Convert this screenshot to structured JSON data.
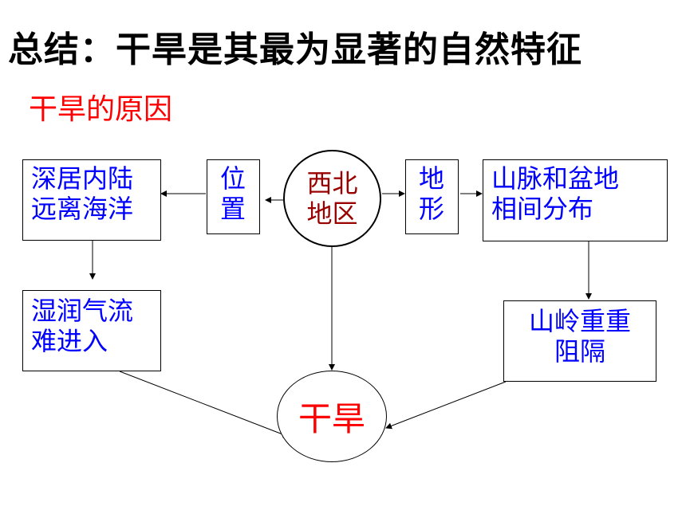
{
  "title": "总结：干旱是其最为显著的自然特征",
  "subtitle": "干旱的原因",
  "nodes": {
    "center_line1": "西北",
    "center_line2": "地区",
    "position_line1": "位",
    "position_line2": "置",
    "terrain_line1": "地",
    "terrain_line2": "形",
    "inland_line1": "深居内陆",
    "inland_line2": "远离海洋",
    "mountains_line1": "山脉和盆地",
    "mountains_line2": "相间分布",
    "humid_line1": "湿润气流",
    "humid_line2": "难进入",
    "barrier_line1": "山岭重重",
    "barrier_line2": "阻隔",
    "drought": "干旱"
  },
  "colors": {
    "title": "#000000",
    "subtitle": "#ff0000",
    "box_text": "#0000ff",
    "center_text": "#990000",
    "drought_text": "#ff0000"
  }
}
